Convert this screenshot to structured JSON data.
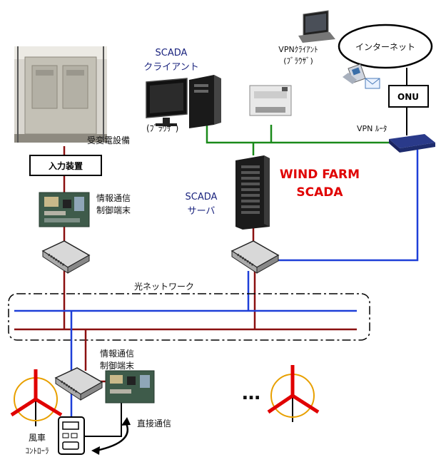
{
  "labels": {
    "scada_client": [
      "SCADA",
      "クライアント"
    ],
    "browser": "(ﾌﾞﾗｳｻﾞ)",
    "substation": "受変電設備",
    "input_device": "入力装置",
    "info_terminal_top": [
      "情報通信",
      "制御端末"
    ],
    "scada_server": [
      "SCADA",
      "サーバ"
    ],
    "wind_farm": [
      "WIND FARM",
      "SCADA"
    ],
    "vpn_client": [
      "VPNｸﾗｲｱﾝﾄ",
      "(ﾌﾞﾗｳｻﾞ)"
    ],
    "internet": "インターネット",
    "onu": "ONU",
    "vpn_router": "VPN ﾙｰﾀ",
    "optical_network": "光ネットワーク",
    "info_terminal_bottom": [
      "情報通信",
      "制御端末"
    ],
    "ellipsis": "…",
    "wind_turbine": "風車",
    "controller": "ｺﾝﾄﾛｰﾗ",
    "direct_comm": "直接通信"
  },
  "colors": {
    "green_line": "#1a8a1a",
    "blue_line": "#1e3fd8",
    "dark_red_line": "#8b1010",
    "accent_red": "#e00000",
    "navy_text": "#1a237e"
  }
}
